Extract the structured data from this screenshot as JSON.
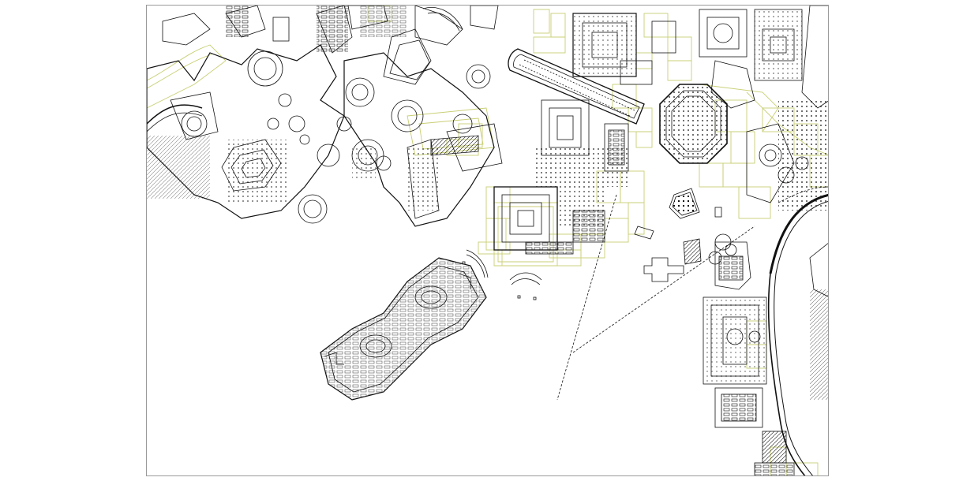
{
  "view": {
    "kind": "CAD plan drawing (Campo Marzio style map)",
    "background_color": "#ffffff",
    "line_color_primary": "#111111",
    "line_color_secondary": "#c9cf74",
    "frame_color": "#9a9a9a"
  },
  "layers": [
    {
      "name": "buildings",
      "color": "#111111"
    },
    {
      "name": "landscape-lots",
      "color": "#c9cf74"
    }
  ]
}
